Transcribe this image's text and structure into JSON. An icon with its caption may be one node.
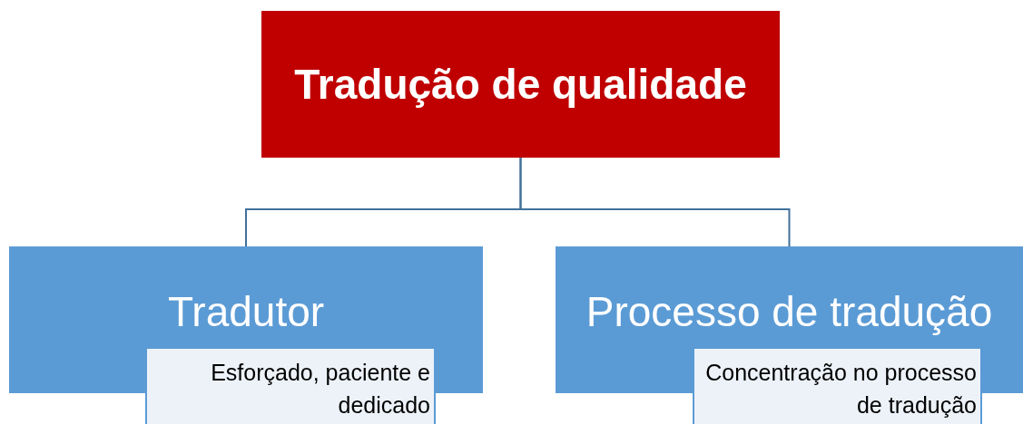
{
  "diagram": {
    "nodes": [
      {
        "text": [
          "Tradução de qualidade"
        ]
      },
      {
        "text": [
          "Tradutor"
        ]
      },
      {
        "text": [
          "Esforçado, paciente e dedicado"
        ]
      },
      {
        "text": [
          "Processo de tradução"
        ]
      },
      {
        "text": [
          "Concentração no processo de tradução"
        ]
      }
    ],
    "edges": [
      {
        "from": 0,
        "to": 1,
        "arrow": "none"
      },
      {
        "from": 0,
        "to": 3,
        "arrow": "none"
      }
    ]
  }
}
